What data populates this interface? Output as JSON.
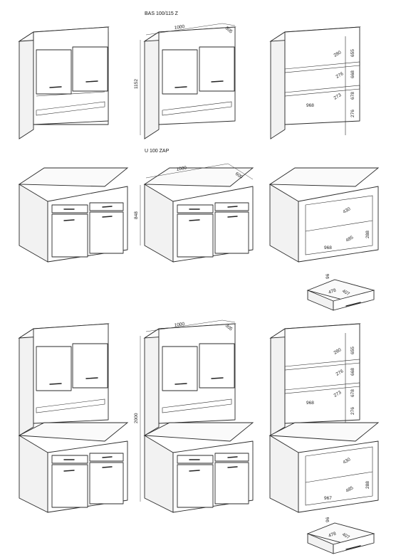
{
  "titles": {
    "upper": "BAS 100/115 Z",
    "lower": "U 100 ZAP"
  },
  "dims": {
    "upper_width": "1000",
    "upper_depth": "305",
    "upper_height": "1152",
    "upper_inner": [
      "280",
      "655",
      "276",
      "668",
      "273",
      "678",
      "968",
      "276"
    ],
    "lower_width": "1000",
    "lower_depth": "600",
    "lower_height": "848",
    "lower_inner": [
      "430",
      "485",
      "288",
      "968"
    ],
    "drawer": [
      "96",
      "478",
      "407"
    ],
    "full_width": "1000",
    "full_depth": "305",
    "full_height": "2000",
    "full_inner_upper": [
      "280",
      "655",
      "276",
      "668",
      "273",
      "678",
      "968",
      "276"
    ],
    "full_inner_lower": [
      "430",
      "485",
      "288",
      "967"
    ],
    "drawer2": [
      "96",
      "478",
      "407"
    ]
  }
}
